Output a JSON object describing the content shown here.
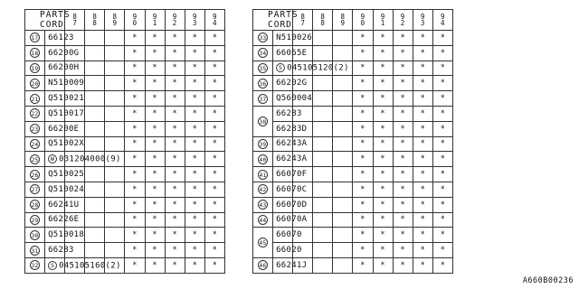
{
  "header_label": "PARTS CORD",
  "years": [
    "87",
    "88",
    "89",
    "90",
    "91",
    "92",
    "93",
    "94"
  ],
  "mark": "*",
  "doc_code": "A660B00236",
  "left_table": [
    {
      "num": "17",
      "parts": [
        {
          "text": "66123"
        }
      ],
      "marks": [
        0,
        0,
        0,
        1,
        1,
        1,
        1,
        1
      ]
    },
    {
      "num": "18",
      "parts": [
        {
          "text": "66200G"
        }
      ],
      "marks": [
        0,
        0,
        0,
        1,
        1,
        1,
        1,
        1
      ]
    },
    {
      "num": "19",
      "parts": [
        {
          "text": "66200H"
        }
      ],
      "marks": [
        0,
        0,
        0,
        1,
        1,
        1,
        1,
        1
      ]
    },
    {
      "num": "20",
      "parts": [
        {
          "text": "N510009"
        }
      ],
      "marks": [
        0,
        0,
        0,
        1,
        1,
        1,
        1,
        1
      ]
    },
    {
      "num": "21",
      "parts": [
        {
          "text": "Q510021"
        }
      ],
      "marks": [
        0,
        0,
        0,
        1,
        1,
        1,
        1,
        1
      ]
    },
    {
      "num": "22",
      "parts": [
        {
          "text": "Q510017"
        }
      ],
      "marks": [
        0,
        0,
        0,
        1,
        1,
        1,
        1,
        1
      ]
    },
    {
      "num": "23",
      "parts": [
        {
          "text": "66200E"
        }
      ],
      "marks": [
        0,
        0,
        0,
        1,
        1,
        1,
        1,
        1
      ]
    },
    {
      "num": "24",
      "parts": [
        {
          "text": "Q51002X"
        }
      ],
      "marks": [
        0,
        0,
        0,
        1,
        1,
        1,
        1,
        1
      ]
    },
    {
      "num": "25",
      "parts": [
        {
          "prefix": "W",
          "text": "031204000(9)"
        }
      ],
      "marks": [
        0,
        0,
        0,
        1,
        1,
        1,
        1,
        1
      ]
    },
    {
      "num": "26",
      "parts": [
        {
          "text": "Q510025"
        }
      ],
      "marks": [
        0,
        0,
        0,
        1,
        1,
        1,
        1,
        1
      ]
    },
    {
      "num": "27",
      "parts": [
        {
          "text": "Q510024"
        }
      ],
      "marks": [
        0,
        0,
        0,
        1,
        1,
        1,
        1,
        1
      ]
    },
    {
      "num": "28",
      "parts": [
        {
          "text": "66241U"
        }
      ],
      "marks": [
        0,
        0,
        0,
        1,
        1,
        1,
        1,
        1
      ]
    },
    {
      "num": "29",
      "parts": [
        {
          "text": "66226E"
        }
      ],
      "marks": [
        0,
        0,
        0,
        1,
        1,
        1,
        1,
        1
      ]
    },
    {
      "num": "30",
      "parts": [
        {
          "text": "Q510018"
        }
      ],
      "marks": [
        0,
        0,
        0,
        1,
        1,
        1,
        1,
        1
      ]
    },
    {
      "num": "31",
      "parts": [
        {
          "text": "66283"
        }
      ],
      "marks": [
        0,
        0,
        0,
        1,
        1,
        1,
        1,
        1
      ]
    },
    {
      "num": "32",
      "parts": [
        {
          "prefix": "S",
          "text": "045105160(2)"
        }
      ],
      "marks": [
        0,
        0,
        0,
        1,
        1,
        1,
        1,
        1
      ]
    }
  ],
  "right_table": [
    {
      "num": "33",
      "parts": [
        {
          "text": "N510026"
        }
      ],
      "marks": [
        0,
        0,
        0,
        1,
        1,
        1,
        1,
        1
      ]
    },
    {
      "num": "34",
      "parts": [
        {
          "text": "66065E"
        }
      ],
      "marks": [
        0,
        0,
        0,
        1,
        1,
        1,
        1,
        1
      ]
    },
    {
      "num": "35",
      "parts": [
        {
          "prefix": "S",
          "text": "045105120(2)"
        }
      ],
      "marks": [
        0,
        0,
        0,
        1,
        1,
        1,
        1,
        1
      ]
    },
    {
      "num": "36",
      "parts": [
        {
          "text": "66202G"
        }
      ],
      "marks": [
        0,
        0,
        0,
        1,
        1,
        1,
        1,
        1
      ]
    },
    {
      "num": "37",
      "parts": [
        {
          "text": "Q560004"
        }
      ],
      "marks": [
        0,
        0,
        0,
        1,
        1,
        1,
        1,
        1
      ]
    },
    {
      "num": "38",
      "parts": [
        {
          "text": "66283"
        },
        {
          "text": "66283D"
        }
      ],
      "marks": [
        0,
        0,
        0,
        1,
        1,
        1,
        1,
        1
      ]
    },
    {
      "num": "39",
      "parts": [
        {
          "text": "66243A"
        }
      ],
      "marks": [
        0,
        0,
        0,
        1,
        1,
        1,
        1,
        1
      ]
    },
    {
      "num": "40",
      "parts": [
        {
          "text": "66243A"
        }
      ],
      "marks": [
        0,
        0,
        0,
        1,
        1,
        1,
        1,
        1
      ]
    },
    {
      "num": "41",
      "parts": [
        {
          "text": "66070F"
        }
      ],
      "marks": [
        0,
        0,
        0,
        1,
        1,
        1,
        1,
        1
      ]
    },
    {
      "num": "42",
      "parts": [
        {
          "text": "66070C"
        }
      ],
      "marks": [
        0,
        0,
        0,
        1,
        1,
        1,
        1,
        1
      ]
    },
    {
      "num": "43",
      "parts": [
        {
          "text": "66070D"
        }
      ],
      "marks": [
        0,
        0,
        0,
        1,
        1,
        1,
        1,
        1
      ]
    },
    {
      "num": "44",
      "parts": [
        {
          "text": "66070A"
        }
      ],
      "marks": [
        0,
        0,
        0,
        1,
        1,
        1,
        1,
        1
      ]
    },
    {
      "num": "45",
      "parts": [
        {
          "text": "66070"
        },
        {
          "text": "66020"
        }
      ],
      "marks": [
        0,
        0,
        0,
        1,
        1,
        1,
        1,
        1
      ]
    },
    {
      "num": "46",
      "parts": [
        {
          "text": "66241J"
        }
      ],
      "marks": [
        0,
        0,
        0,
        1,
        1,
        1,
        1,
        1
      ]
    }
  ]
}
